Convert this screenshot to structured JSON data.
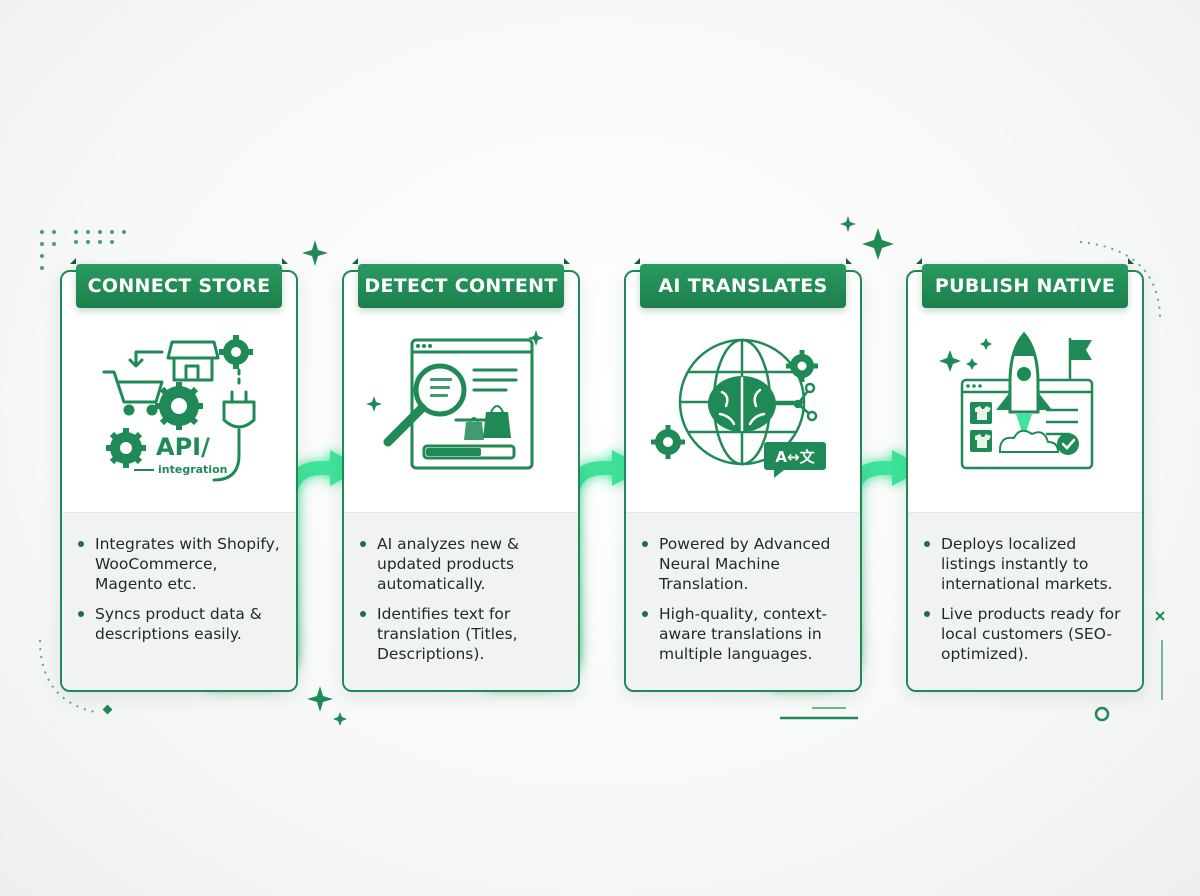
{
  "colors": {
    "accent": "#1f8a55",
    "accent_dark": "#176b41",
    "glow": "#38d98a",
    "panel": "#f1f3f2"
  },
  "steps": [
    {
      "title": "CONNECT STORE",
      "icon": "store-integration-icon",
      "illustration_text": {
        "api": "API/",
        "integration": "integration"
      },
      "bullets": [
        "Integrates with Shopify, WooCommerce, Magento etc.",
        "Syncs product data & descriptions easily."
      ]
    },
    {
      "title": "DETECT CONTENT",
      "icon": "content-scan-icon",
      "bullets": [
        "AI analyzes new & updated products automatically.",
        "Identifies text for translation (Titles, Descriptions)."
      ]
    },
    {
      "title": "AI TRANSLATES",
      "icon": "ai-globe-brain-icon",
      "illustration_text": {
        "translate_badge": "A↔文"
      },
      "bullets": [
        "Powered by Advanced Neural Machine Translation.",
        "High-quality, context-aware translations in multiple languages."
      ]
    },
    {
      "title": "PUBLISH NATIVE",
      "icon": "rocket-launch-icon",
      "bullets": [
        "Deploys localized listings instantly to international markets.",
        "Live products ready for local customers (SEO-optimized)."
      ]
    }
  ]
}
